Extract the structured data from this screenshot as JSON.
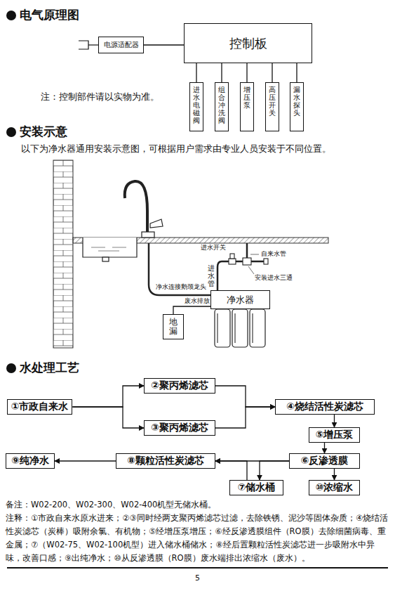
{
  "diagram": {
    "nodes": [
      {
        "text": [
          "电源适配器"
        ]
      },
      {
        "text": [
          "控制板"
        ]
      },
      {
        "text": [
          "进水电磁阀"
        ]
      },
      {
        "text": [
          "组合冲洗阀"
        ]
      },
      {
        "text": [
          "增压泵"
        ]
      },
      {
        "text": [
          "高压开关"
        ]
      },
      {
        "text": [
          "漏水探头"
        ]
      },
      {
        "text": [
          "①市政自来水"
        ]
      },
      {
        "text": [
          "②聚丙烯滤芯"
        ]
      },
      {
        "text": [
          "③聚丙烯滤芯"
        ]
      },
      {
        "text": [
          "④烧结活性炭滤芯"
        ]
      },
      {
        "text": [
          "⑤增压泵"
        ]
      },
      {
        "text": [
          "⑥反渗透膜"
        ]
      },
      {
        "text": [
          "⑦储水桶"
        ]
      },
      {
        "text": [
          "⑧颗粒活性炭滤芯"
        ]
      },
      {
        "text": [
          "⑨纯净水"
        ]
      },
      {
        "text": [
          "⑩浓缩水"
        ]
      },
      {
        "text": [
          "净水器"
        ]
      },
      {
        "text": [
          "地漏"
        ]
      }
    ],
    "edges": [
      {
        "from": 0,
        "to": 1,
        "arrow": "none"
      },
      {
        "from": 1,
        "to": 2,
        "arrow": "none"
      },
      {
        "from": 1,
        "to": 3,
        "arrow": "none"
      },
      {
        "from": 1,
        "to": 4,
        "arrow": "none"
      },
      {
        "from": 1,
        "to": 5,
        "arrow": "none"
      },
      {
        "from": 1,
        "to": 6,
        "arrow": "none"
      },
      {
        "from": 7,
        "to": 8,
        "arrow": "to"
      },
      {
        "from": 7,
        "to": 9,
        "arrow": "to"
      },
      {
        "from": 8,
        "to": 10,
        "arrow": "to"
      },
      {
        "from": 9,
        "to": 10,
        "arrow": "to"
      },
      {
        "from": 10,
        "to": 11,
        "arrow": "to"
      },
      {
        "from": 11,
        "to": 12,
        "arrow": "to"
      },
      {
        "from": 12,
        "to": 14,
        "arrow": "to"
      },
      {
        "from": 12,
        "to": 13,
        "arrow": "to"
      },
      {
        "from": 13,
        "to": 14,
        "arrow": "to"
      },
      {
        "from": 12,
        "to": 16,
        "arrow": "to"
      },
      {
        "from": 14,
        "to": 15,
        "arrow": "to"
      },
      {
        "from": 17,
        "to": 18,
        "label": "废水排放",
        "arrow": "none"
      }
    ],
    "labels": [
      "电气原理图",
      "注：控制部件请以实物为准。",
      "安装示意",
      "以下为净水器通用安装示意图，可根据用户需求由专业人员安装于不同位置。",
      "进水开关",
      "自来水管",
      "进水管",
      "安装进水三通",
      "净水连接鹅颈龙头",
      "水处理工艺",
      "备注：W02-200、W02-300、W02-400机型无储水桶。",
      "注释：①市政自来水原水进来；②③同时经两支聚丙烯滤芯过滤，去除铁锈、泥沙等固体杂质；④烧结活性炭滤芯（炭棒）吸附余氯、有机物；⑤经增压泵增压；⑥经反渗透膜组件（RO膜）去除细菌病毒、重金属；⑦（W02-75、W02-100机型）进入储水桶储水；⑧经后置颗粒活性炭滤芯进一步吸附水中异味，改善口感；⑨出纯净水；⑩从反渗透膜（RO膜）废水端排出浓缩水（废水）。",
      "5"
    ]
  }
}
